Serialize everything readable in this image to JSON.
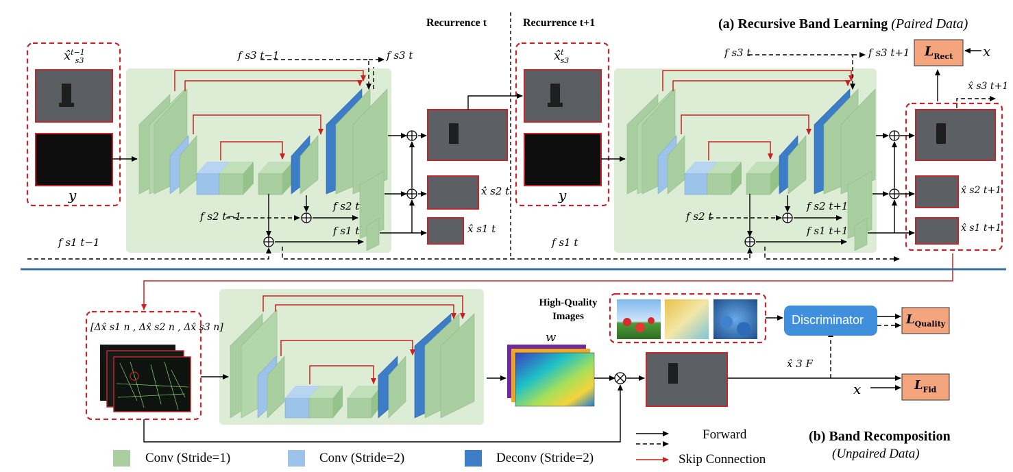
{
  "section_a": {
    "title": "(a) Recursive Band Learning",
    "title_sub": "(Paired Data)"
  },
  "recurrence": {
    "left": "Recurrence t",
    "right": "Recurrence t+1"
  },
  "section_b": {
    "title": "(b) Band Recomposition",
    "subtitle": "(Unpaired Data)"
  },
  "inputs": {
    "left_top": "x̂",
    "left_top_sup": "t−1",
    "left_top_sub": "s3",
    "left_bottom": "y",
    "right_top": "x̂",
    "right_top_sup": "t",
    "right_top_sub": "s3",
    "right_bottom": "y"
  },
  "features": {
    "f_s3_prev": "f s3 t−1",
    "f_s3_t": "f s3 t",
    "f_s2_prev": "f s2 t−1",
    "f_s2_t": "f s2 t",
    "f_s1_prev": "f s1 t−1",
    "f_s1_t": "f s1 t",
    "f_s3_t_r": "f s3 t",
    "f_s3_t1": "f s3 t+1",
    "f_s2_t_r": "f s2 t",
    "f_s2_t1": "f s2 t+1",
    "f_s1_t_r": "f s1 t",
    "f_s1_t1": "f s1 t+1"
  },
  "outputs": {
    "xs2_t": "x̂ s2 t",
    "xs1_t": "x̂ s1 t",
    "xs3_t1": "x̂ s3 t+1",
    "xs2_t1": "x̂ s2 t+1",
    "xs1_t1": "x̂ s1 t+1"
  },
  "losses": {
    "rect": "L",
    "rect_sub": "Rect",
    "x_label": "x",
    "quality": "L",
    "quality_sub": "Quality",
    "fid": "L",
    "fid_sub": "Fid",
    "x_label_2": "x"
  },
  "band_b": {
    "delta_label": "[Δx̂ s1 n , Δx̂ s2 n , Δx̂ s3 n]",
    "w_label": "w",
    "hq_label_1": "High-Quality",
    "hq_label_2": "Images",
    "discriminator": "Discriminator",
    "final_output": "x̂ 3 F"
  },
  "legend": {
    "forward": "Forward",
    "skip": "Skip Connection",
    "conv1": "Conv (Stride=1)",
    "conv2": "Conv (Stride=2)",
    "deconv": "Deconv (Stride=2)"
  },
  "colors": {
    "conv1": "#a9cfa0",
    "conv2": "#9cc3ea",
    "deconv": "#3d7cc6",
    "network_bg": "#dcecd5",
    "dashed_box": "#c0282d",
    "loss_box": "#f4a57e",
    "discriminator": "#3f8fdc",
    "skip": "#c8201f",
    "divider": "#3a6ea0"
  }
}
